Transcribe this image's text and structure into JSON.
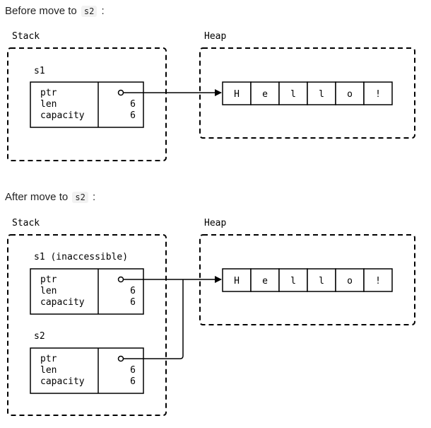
{
  "before": {
    "caption_prefix": "Before move to",
    "caption_code": "s2",
    "caption_suffix": ":",
    "stack_label": "Stack",
    "heap_label": "Heap",
    "s1": {
      "label": "s1",
      "fields": [
        {
          "name": "ptr",
          "value": ""
        },
        {
          "name": "len",
          "value": "6"
        },
        {
          "name": "capacity",
          "value": "6"
        }
      ]
    },
    "heap_cells": [
      "H",
      "e",
      "l",
      "l",
      "o",
      "!"
    ]
  },
  "after": {
    "caption_prefix": "After move to",
    "caption_code": "s2",
    "caption_suffix": ":",
    "stack_label": "Stack",
    "heap_label": "Heap",
    "s1": {
      "label": "s1 (inaccessible)",
      "fields": [
        {
          "name": "ptr",
          "value": ""
        },
        {
          "name": "len",
          "value": "6"
        },
        {
          "name": "capacity",
          "value": "6"
        }
      ]
    },
    "s2": {
      "label": "s2",
      "fields": [
        {
          "name": "ptr",
          "value": ""
        },
        {
          "name": "len",
          "value": "6"
        },
        {
          "name": "capacity",
          "value": "6"
        }
      ]
    },
    "heap_cells": [
      "H",
      "e",
      "l",
      "l",
      "o",
      "!"
    ]
  }
}
